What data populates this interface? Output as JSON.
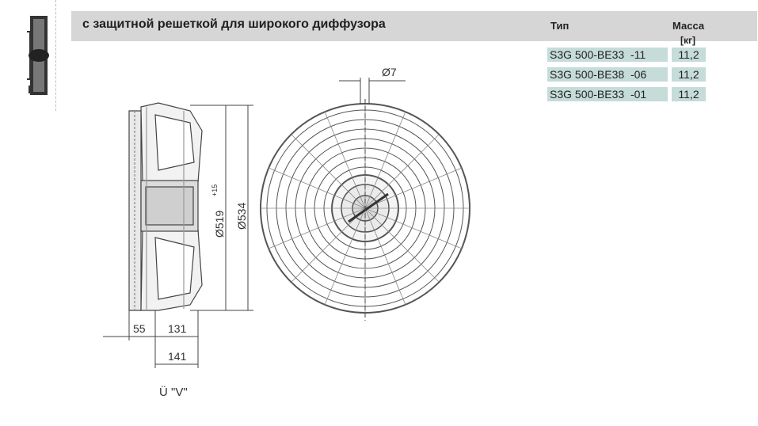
{
  "header": {
    "title": "с защитной решеткой для широкого диффузора",
    "col_type": "Тип",
    "col_mass": "Масса",
    "col_mass_unit": "[кг]"
  },
  "products": [
    {
      "type": "S3G 500-BE33  -11",
      "mass": "11,2"
    },
    {
      "type": "S3G 500-BE38  -06",
      "mass": "11,2"
    },
    {
      "type": "S3G 500-BE33  -01",
      "mass": "11,2"
    }
  ],
  "dimensions": {
    "hole": "Ø7",
    "inner_diameter": "Ø519",
    "inner_tolerance": "+15",
    "outer_diameter": "Ø534",
    "depth_a": "55",
    "depth_b": "131",
    "depth_c": "141"
  },
  "caption": "Ü \"V\"",
  "colors": {
    "header_bg": "#d6d6d6",
    "cell_bg": "#c5dcd9",
    "line": "#444444"
  }
}
